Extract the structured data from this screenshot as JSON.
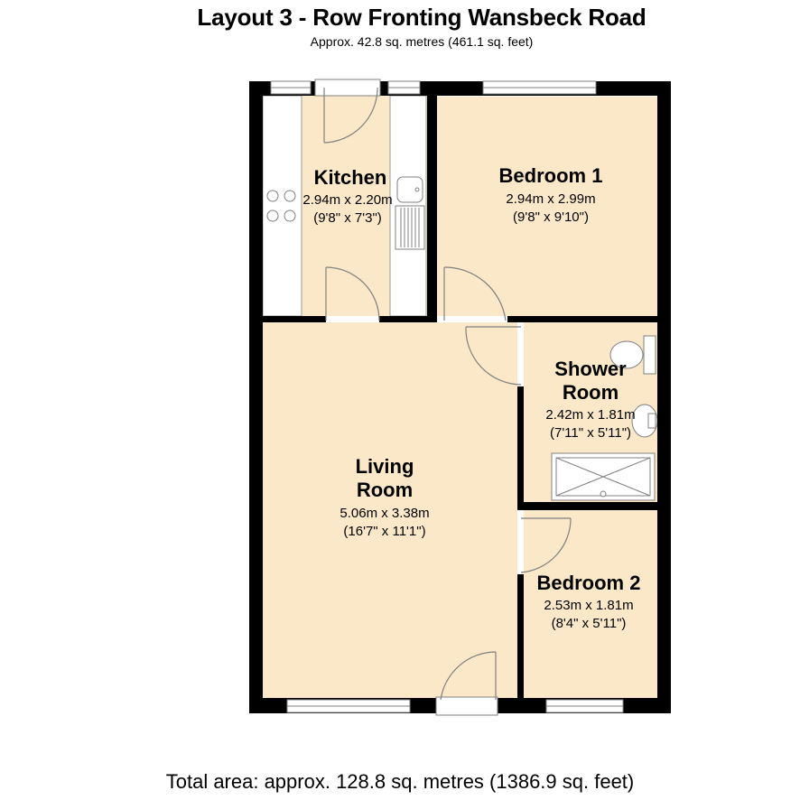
{
  "header": {
    "title": "Layout 3 - Row Fronting Wansbeck Road",
    "subtitle": "Approx. 42.8 sq. metres (461.1 sq. feet)"
  },
  "rooms": {
    "kitchen": {
      "name": "Kitchen",
      "metric": "2.94m x 2.20m",
      "imperial": "(9'8\" x 7'3\")"
    },
    "bedroom1": {
      "name": "Bedroom 1",
      "metric": "2.94m x 2.99m",
      "imperial": "(9'8\" x 9'10\")"
    },
    "shower": {
      "name_line1": "Shower",
      "name_line2": "Room",
      "metric": "2.42m x 1.81m",
      "imperial": "(7'11\" x 5'11\")"
    },
    "living": {
      "name_line1": "Living",
      "name_line2": "Room",
      "metric": "5.06m x 3.38m",
      "imperial": "(16'7\" x 11'1\")"
    },
    "bedroom2": {
      "name": "Bedroom 2",
      "metric": "2.53m x 1.81m",
      "imperial": "(8'4\" x 5'11\")"
    }
  },
  "footer": {
    "total": "Total area: approx. 128.8 sq. metres (1386.9 sq. feet)"
  },
  "colors": {
    "floor": "#fae8c8",
    "wall": "#000000",
    "fixture": "#ffffff",
    "line": "#808080"
  }
}
